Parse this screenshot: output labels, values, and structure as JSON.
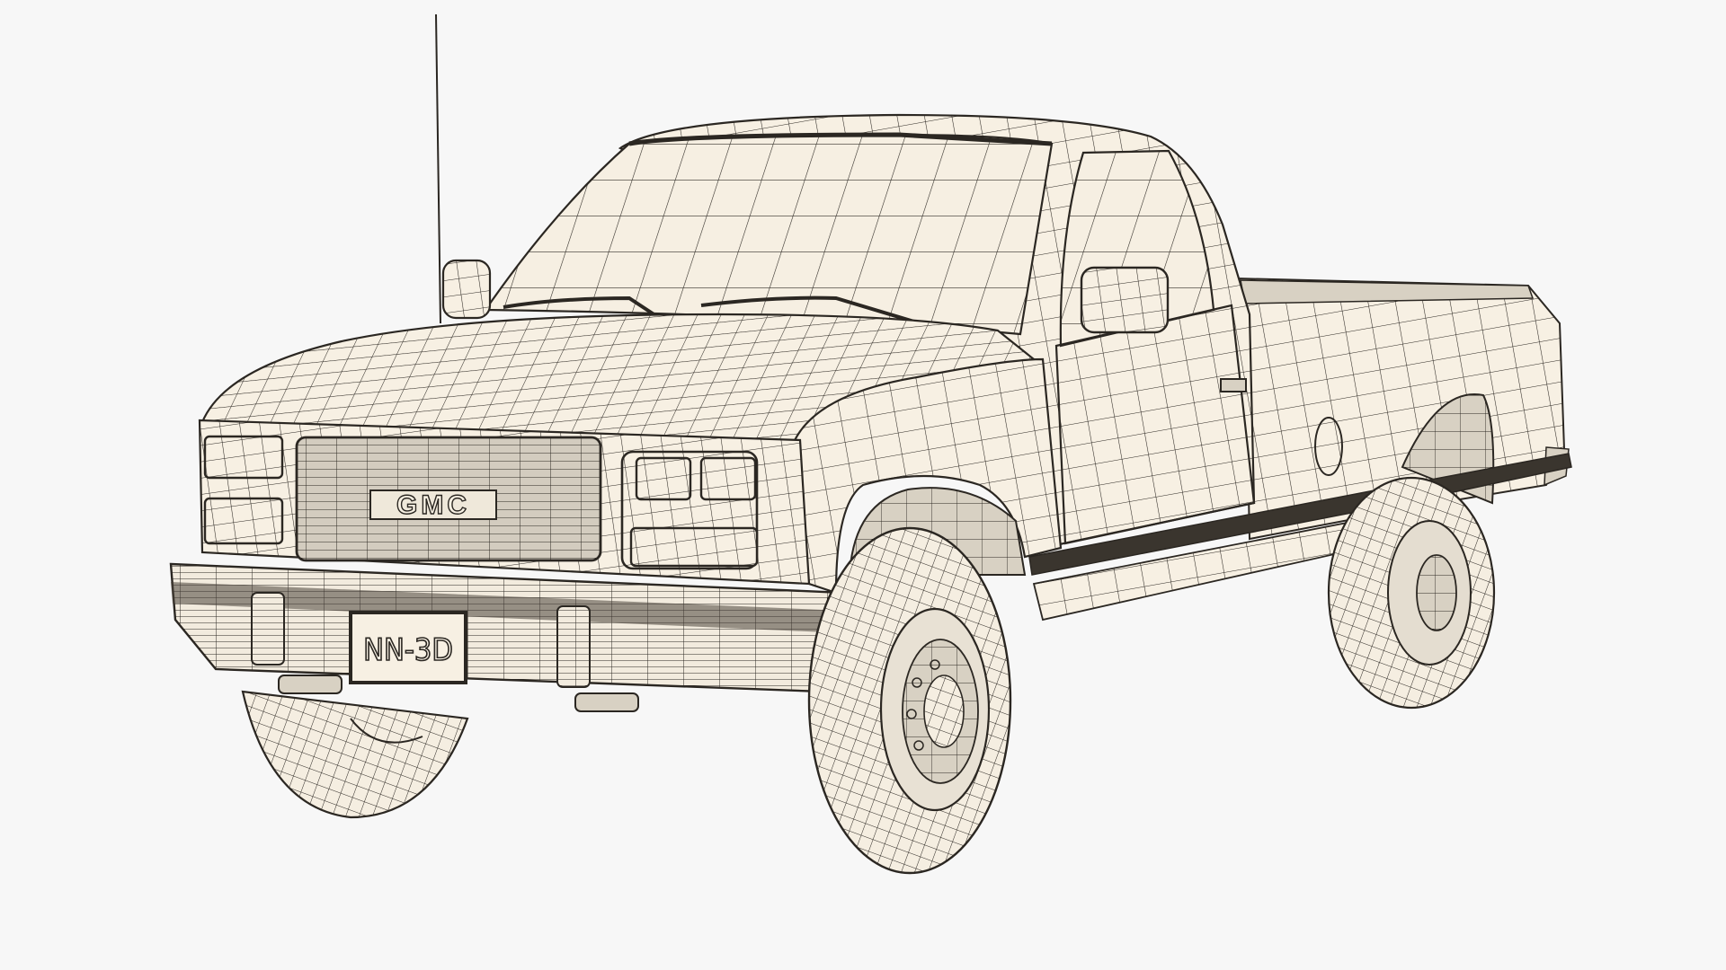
{
  "scene": {
    "subject": "GMC pickup truck wireframe render",
    "background_color": "#f7f7f7",
    "body_color": "#f7f0e3",
    "shadow_color": "#d8d1c3",
    "grille_color": "#cfc8bb",
    "wire_color": "#2b2722"
  },
  "truck": {
    "grille_emblem": "GMC",
    "license_plate": "NN-3D"
  }
}
